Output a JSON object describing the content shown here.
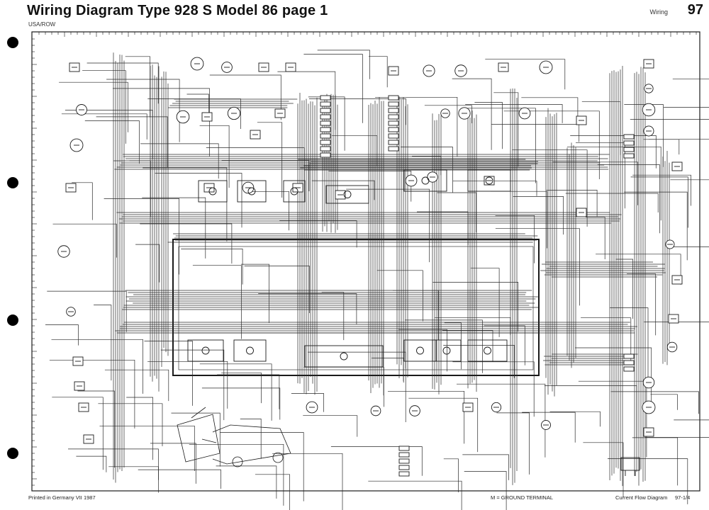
{
  "header": {
    "title": "Wiring Diagram Type 928 S Model 86 page 1",
    "subtitle": "USA/ROW",
    "tag": "Wiring",
    "page_number": "97"
  },
  "footer": {
    "left": "Printed in Germany VII 1987",
    "center": "M = GROUND TERMINAL",
    "right_label": "Current Flow Diagram",
    "right_code": "97-1/4"
  },
  "colors": {
    "ink": "#1a1a1a",
    "paper": "#ffffff"
  }
}
